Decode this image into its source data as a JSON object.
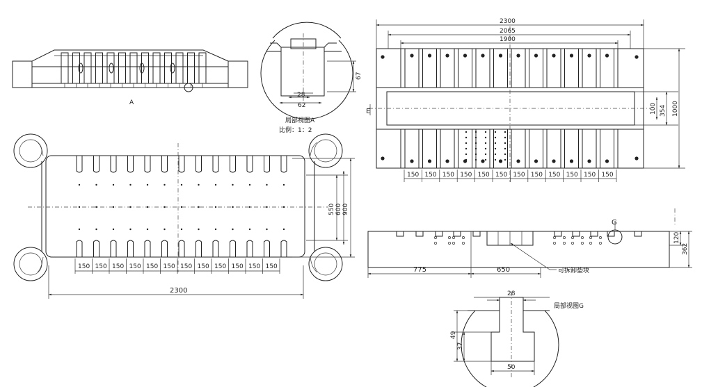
{
  "views": {
    "front": {
      "label": "A"
    },
    "detail_a": {
      "title": "局部视图A",
      "scale": "比例：1：2",
      "dim_67": "67",
      "dim_28": "28",
      "dim_62": "62"
    },
    "plan": {
      "overall": "2300",
      "pitch": [
        "150",
        "150",
        "150",
        "150",
        "150",
        "150",
        "150",
        "150",
        "150",
        "150",
        "150",
        "150"
      ],
      "vert": [
        "550",
        "600",
        "900"
      ]
    },
    "top_right": {
      "dims_top": [
        "2300",
        "2065",
        "1900"
      ],
      "dims_right": [
        "100",
        "354",
        "1000"
      ],
      "pitch": [
        "150",
        "150",
        "150",
        "150",
        "150",
        "150",
        "150",
        "150",
        "150",
        "150",
        "150",
        "150"
      ],
      "marker": "E"
    },
    "side": {
      "marker": "G",
      "dim_775": "775",
      "dim_650": "650",
      "dims_right": [
        "120",
        "362"
      ],
      "note": "可拆卸垫块"
    },
    "detail_g": {
      "title": "局部视图G",
      "dim_28": "28",
      "dim_49": "49",
      "dim_37": "37",
      "dim_50": "50"
    }
  }
}
